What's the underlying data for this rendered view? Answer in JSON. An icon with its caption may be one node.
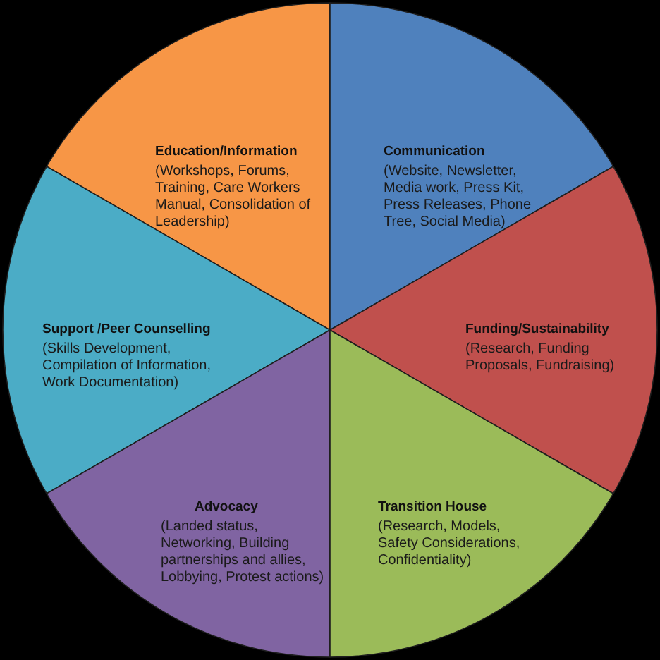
{
  "diagram": {
    "nodes": [
      {
        "text": [
          "Education/Information",
          "(Workshops, Forums, Training, Care Workers Manual, Consolidation of Leadership)"
        ]
      },
      {
        "text": [
          "Communication",
          "(Website, Newsletter, Media work, Press Kit, Press Releases, Phone Tree, Social Media)"
        ]
      },
      {
        "text": [
          "Support /Peer Counselling",
          "(Skills Development, Compilation of Information, Work Documentation)"
        ]
      },
      {
        "text": [
          "Funding/Sustainability",
          "(Research, Funding Proposals, Fundraising)"
        ]
      },
      {
        "text": [
          "Advocacy",
          "(Landed status, Networking, Building partnerships and allies, Lobbying, Protest actions)"
        ]
      },
      {
        "text": [
          "Transition House",
          "(Research, Models, Safety Considerations, Confidentiality)"
        ]
      }
    ]
  }
}
